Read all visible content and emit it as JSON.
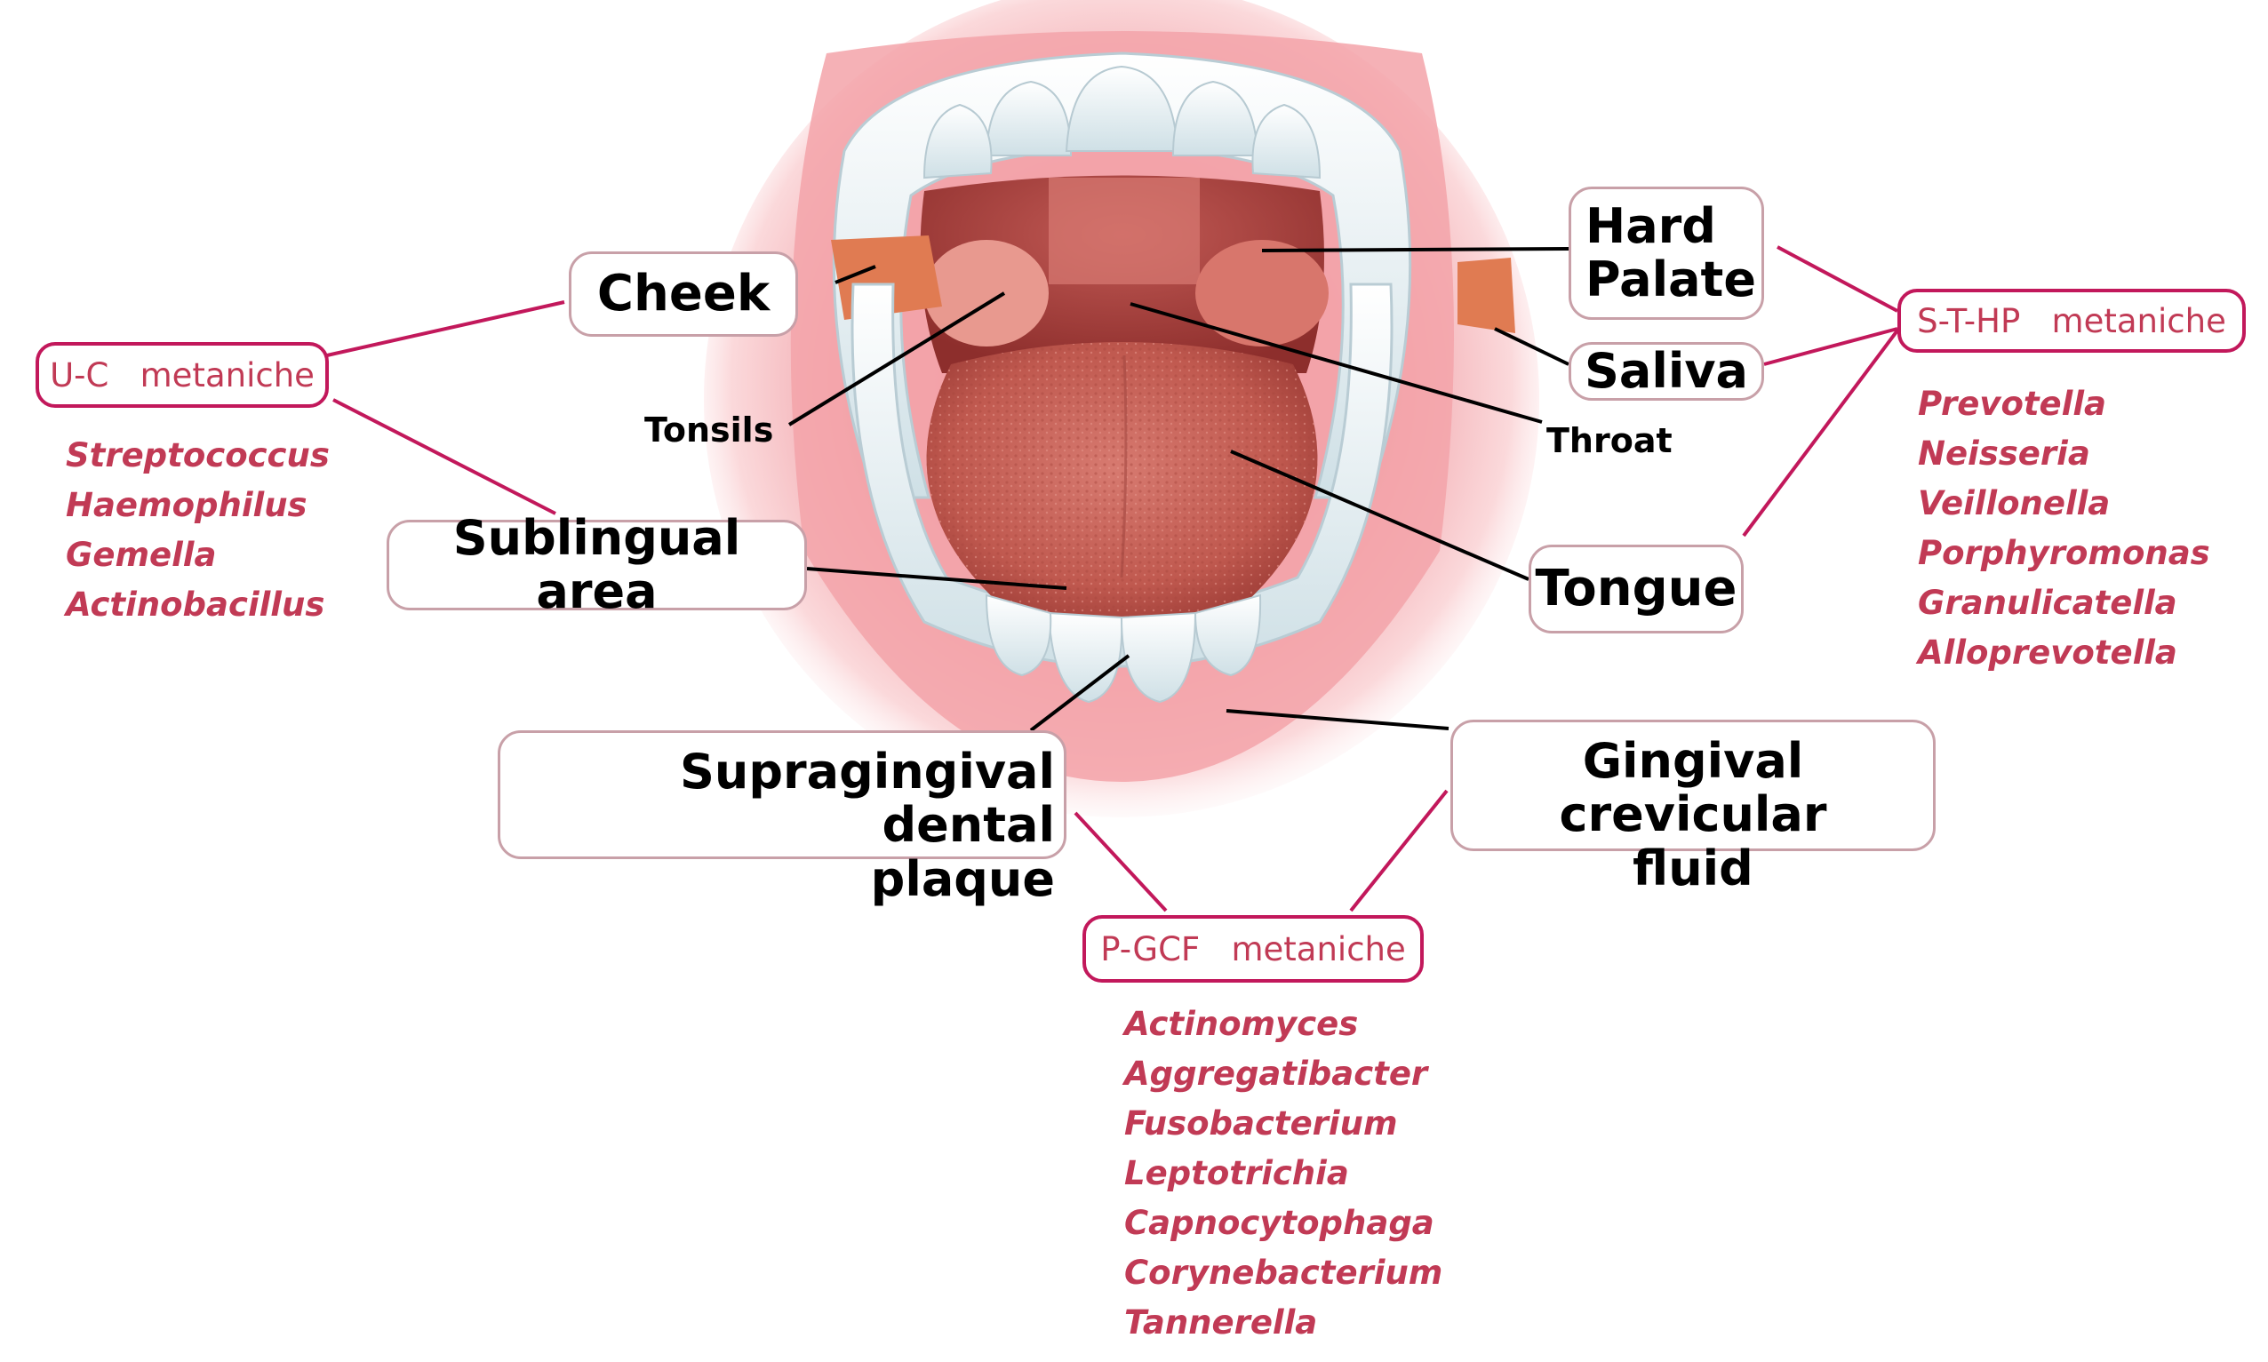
{
  "labels": {
    "cheek": "Cheek",
    "hard_palate": [
      "Hard",
      "Palate"
    ],
    "saliva": "Saliva",
    "tonsils": "Tonsils",
    "throat": "Throat",
    "sublingual_area": "Sublingual area",
    "tongue": "Tongue",
    "supragingival_plaque": [
      "Supragingival  dental",
      "plaque"
    ],
    "gingival_crevicular_fluid": [
      "Gingival crevicular",
      "fluid"
    ]
  },
  "metaniches": {
    "uc": {
      "title": "U-C   metaniche",
      "genera": [
        "Streptococcus",
        "Haemophilus",
        "Gemella",
        "Actinobacillus"
      ]
    },
    "sthp": {
      "title": "S-T-HP   metaniche",
      "genera": [
        "Prevotella",
        "Neisseria",
        "Veillonella",
        "Porphyromonas",
        "Granulicatella",
        "Alloprevotella"
      ]
    },
    "pgcf": {
      "title": "P-GCF   metaniche",
      "genera": [
        "Actinomyces",
        "Aggregatibacter",
        "Fusobacterium",
        "Leptotrichia",
        "Capnocytophaga",
        "Corynebacterium",
        "Tannerella"
      ]
    }
  },
  "colors": {
    "accent": "#c2185b",
    "genus_text": "#c13a55",
    "label_border": "#c8a0a8"
  }
}
